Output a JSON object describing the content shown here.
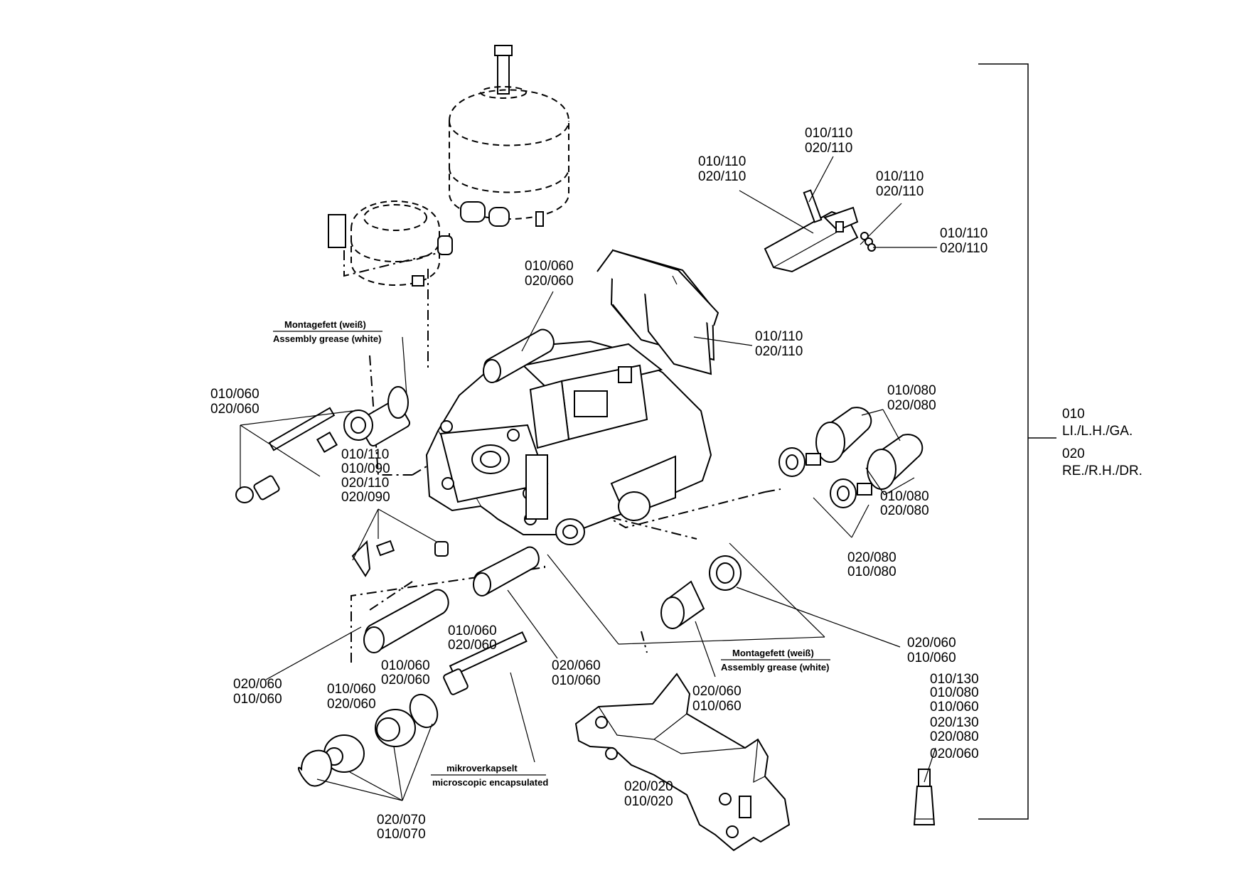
{
  "labels": {
    "top_bolt_1": "010/110",
    "top_bolt_2": "020/110",
    "bracket_a_1": "010/110",
    "bracket_a_2": "020/110",
    "clip_1": "010/110",
    "clip_2": "020/110",
    "spring_1": "010/110",
    "spring_2": "020/110",
    "pin_1": "010/060",
    "pin_2": "020/060",
    "pads_1": "010/110",
    "pads_2": "020/110",
    "bolt_left_1": "010/060",
    "bolt_left_2": "020/060",
    "screws_1": "010/110",
    "screws_2": "010/090",
    "screws_3": "020/110",
    "screws_4": "020/090",
    "tappet_top_1": "010/080",
    "tappet_top_2": "020/080",
    "tappet_right_1": "010/080",
    "tappet_right_2": "020/080",
    "tappet_bottom_1": "020/080",
    "tappet_bottom_2": "010/080",
    "seal_right_1": "020/060",
    "seal_right_2": "010/060",
    "boot_1": "020/060",
    "boot_2": "010/060",
    "sleeve_1": "020/060",
    "sleeve_2": "010/060",
    "guide_tube_1": "020/060",
    "guide_tube_2": "010/060",
    "mid_pin_1": "010/060",
    "mid_pin_2": "020/060",
    "mid_bolt_1": "010/060",
    "mid_bolt_2": "020/060",
    "ring_1": "010/060",
    "ring_2": "020/060",
    "adjuster_1": "020/070",
    "adjuster_2": "010/070",
    "carrier_1": "020/020",
    "carrier_2": "010/020",
    "kit_1": "010/130",
    "kit_2": "010/080",
    "kit_3": "010/060",
    "kit_4": "020/130",
    "kit_5": "020/080",
    "kit_6": "020/060"
  },
  "notes": {
    "grease_de": "Montagefett (weiß)",
    "grease_en": "Assembly grease (white)",
    "grease2_de": "Montagefett (weiß)",
    "grease2_en": "Assembly grease (white)",
    "micro_de": "mikroverkapselt",
    "micro_en": "microscopic encapsulated"
  },
  "legend": {
    "code_010": "010",
    "desc_010": "LI./L.H./GA.",
    "code_020": "020",
    "desc_020": "RE./R.H./DR."
  }
}
